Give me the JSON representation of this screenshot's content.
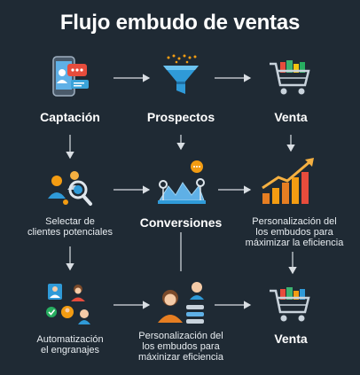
{
  "title": "Flujo embudo de ventas",
  "nodes": {
    "captacion": {
      "label": "Captación",
      "icon": "smartphone-chat-icon"
    },
    "prospectos": {
      "label": "Prospectos",
      "icon": "funnel-icon"
    },
    "venta_top": {
      "label": "Venta",
      "icon": "shopping-cart-icon"
    },
    "seleccionar": {
      "label": "Selectar de\nclientes potenciales",
      "icon": "people-search-icon"
    },
    "conversiones": {
      "label": "Conversiones",
      "icon": "conversion-machine-icon"
    },
    "personalizacion_right": {
      "label": "Personalización del\nlos embudos para\nmáximizar la eficiencia",
      "icon": "growth-chart-icon"
    },
    "automatizacion": {
      "label": "Automatización\nel engranajes",
      "icon": "team-network-icon"
    },
    "personalizacion_mid": {
      "label": "Personalización del\nlos embudos para\nmáxinizar eficiencia",
      "icon": "person-profile-icon"
    },
    "venta_bottom": {
      "label": "Venta",
      "icon": "shopping-cart-icon"
    }
  },
  "colors": {
    "background": "#1f2a34",
    "text": "#ffffff",
    "arrow": "#d9dee3",
    "accent_orange": "#f39c12",
    "accent_blue": "#4fa3d9",
    "accent_green": "#3cb371",
    "accent_red": "#e74c3c"
  }
}
